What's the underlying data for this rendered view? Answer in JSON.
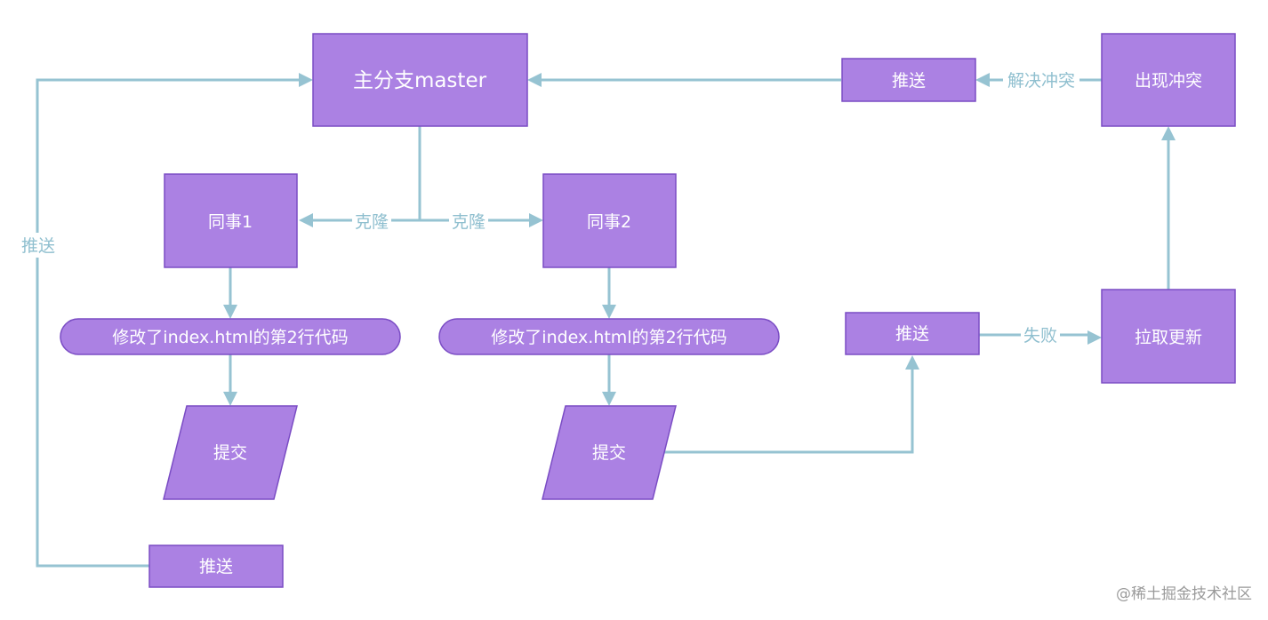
{
  "nodes": {
    "master": "主分支master",
    "colleague1": "同事1",
    "colleague2": "同事2",
    "modify1": "修改了index.html的第2行代码",
    "modify2": "修改了index.html的第2行代码",
    "commit1": "提交",
    "commit2": "提交",
    "push_left": "推送",
    "push_mid": "推送",
    "push_top": "推送",
    "pull": "拉取更新",
    "conflict": "出现冲突"
  },
  "edge_labels": {
    "clone_left": "克隆",
    "clone_right": "克隆",
    "push_left_label": "推送",
    "fail": "失败",
    "resolve": "解决冲突"
  },
  "watermark": "@稀土掘金技术社区",
  "colors": {
    "node_fill": "#ab81e3",
    "node_stroke": "#7a4cc4",
    "edge": "#96c3d2"
  }
}
